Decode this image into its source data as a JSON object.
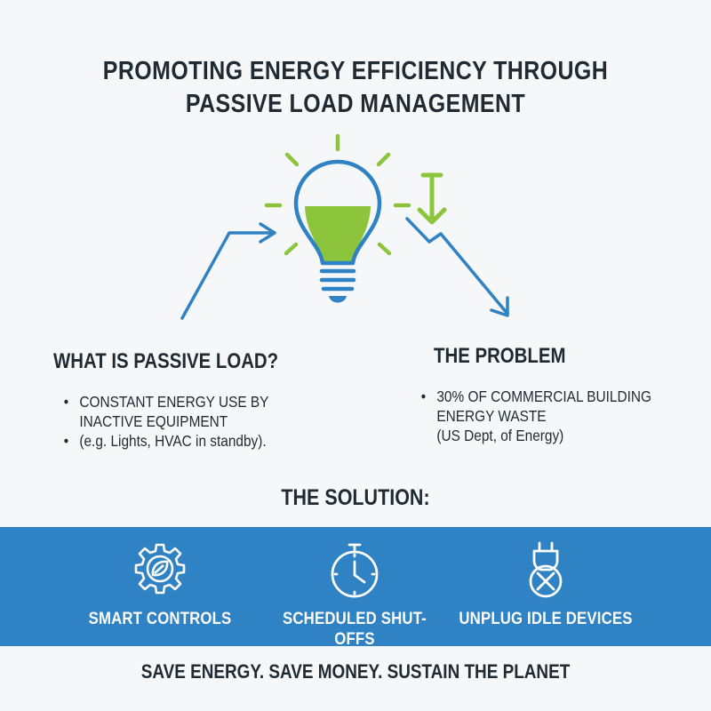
{
  "title": {
    "line1": "PROMOTING ENERGY EFFICIENCY THROUGH",
    "line2": "PASSIVE LOAD MANAGEMENT"
  },
  "colors": {
    "accent_blue": "#2f82c3",
    "accent_green": "#8cc43c",
    "text": "#1f2a33"
  },
  "hero_icons": [
    "lightbulb-icon",
    "rising-arrow-icon",
    "falling-arrow-icon",
    "down-arrow-icon"
  ],
  "passive_load": {
    "heading": "WHAT IS PASSIVE LOAD?",
    "bullets": [
      {
        "line1": "CONSTANT ENERGY USE BY",
        "line2": "INACTIVE EQUIPMENT"
      },
      {
        "line1": "(e.g. Lights, HVAC in standby)."
      }
    ]
  },
  "problem": {
    "heading": "THE PROBLEM",
    "bullets": [
      {
        "line1": "30% OF COMMERCIAL BUILDING",
        "line2": "ENERGY WASTE",
        "line3": "(US Dept, of Energy)"
      }
    ]
  },
  "solution": {
    "heading": "THE SOLUTION:",
    "items": [
      {
        "label": "SMART CONTROLS",
        "icon": "gear-leaf-icon"
      },
      {
        "label": "SCHEDULED SHUT-OFFS",
        "icon": "stopwatch-icon"
      },
      {
        "label": "UNPLUG IDLE DEVICES",
        "icon": "unplug-icon"
      }
    ]
  },
  "footer": "SAVE ENERGY. SAVE MONEY. SUSTAIN THE PLANET"
}
